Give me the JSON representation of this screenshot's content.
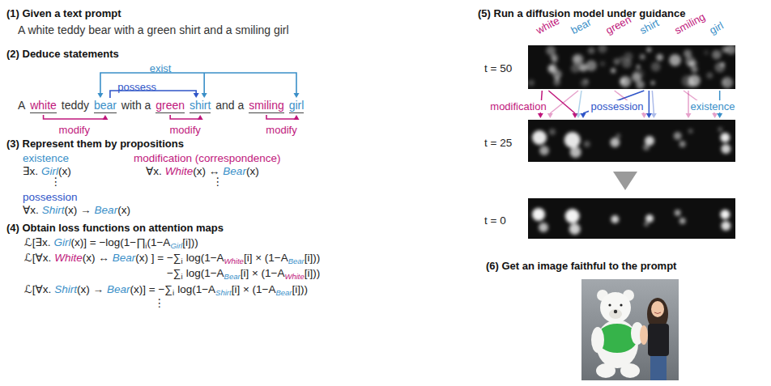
{
  "diagram": {
    "labels": [
      "(1) Given a text prompt",
      "A white teddy bear with a green shirt and a smiling girl",
      "(2) Deduce statements",
      "exist",
      "possess",
      "A",
      "white",
      "teddy",
      "bear",
      "with a",
      "green",
      "shirt",
      "and a",
      "smiling",
      "girl",
      "modify",
      "modify",
      "modify",
      "(3) Represent them by propositions",
      "existence",
      "modification (correspondence)",
      "∃x.",
      "Girl",
      "(x)",
      "∀x.",
      "White",
      "(x) ↔",
      "Bear",
      "(x)",
      "⋮",
      "⋮",
      "possession",
      "∀x.",
      "Shirt",
      "(x) →",
      "Bear",
      "(x)",
      "(4) Obtain loss functions on attention maps",
      "ℒ[∃x.",
      "Girl",
      "(x)] = −log(1−∏",
      "i",
      "(1−A",
      "Girl",
      "[i]))",
      "ℒ[∀x.",
      "White",
      "(x) ↔",
      "Bear",
      "(x) ] = −∑",
      "i",
      "log(1−A",
      "White",
      "[i] × (1−A",
      "Bear",
      "[i]))",
      "−∑",
      "i",
      "log(1−A",
      "Bear",
      "[i] × (1−A",
      "White",
      "[i]))",
      "ℒ[∀x.",
      "Shirt",
      "(x) →",
      "Bear",
      "(x)] = −∑",
      "i",
      "log(1−A",
      "Shirt",
      "[i] × (1−A",
      "Bear",
      "[i]))",
      "⋮",
      "(5) Run a diffusion model under guidance",
      "white",
      "bear",
      "green",
      "shirt",
      "smiling",
      "girl",
      "t = 50",
      "modification",
      "possession",
      "existence",
      "t = 25",
      "t = 0",
      "(6) Get an image faithful to the prompt"
    ]
  }
}
